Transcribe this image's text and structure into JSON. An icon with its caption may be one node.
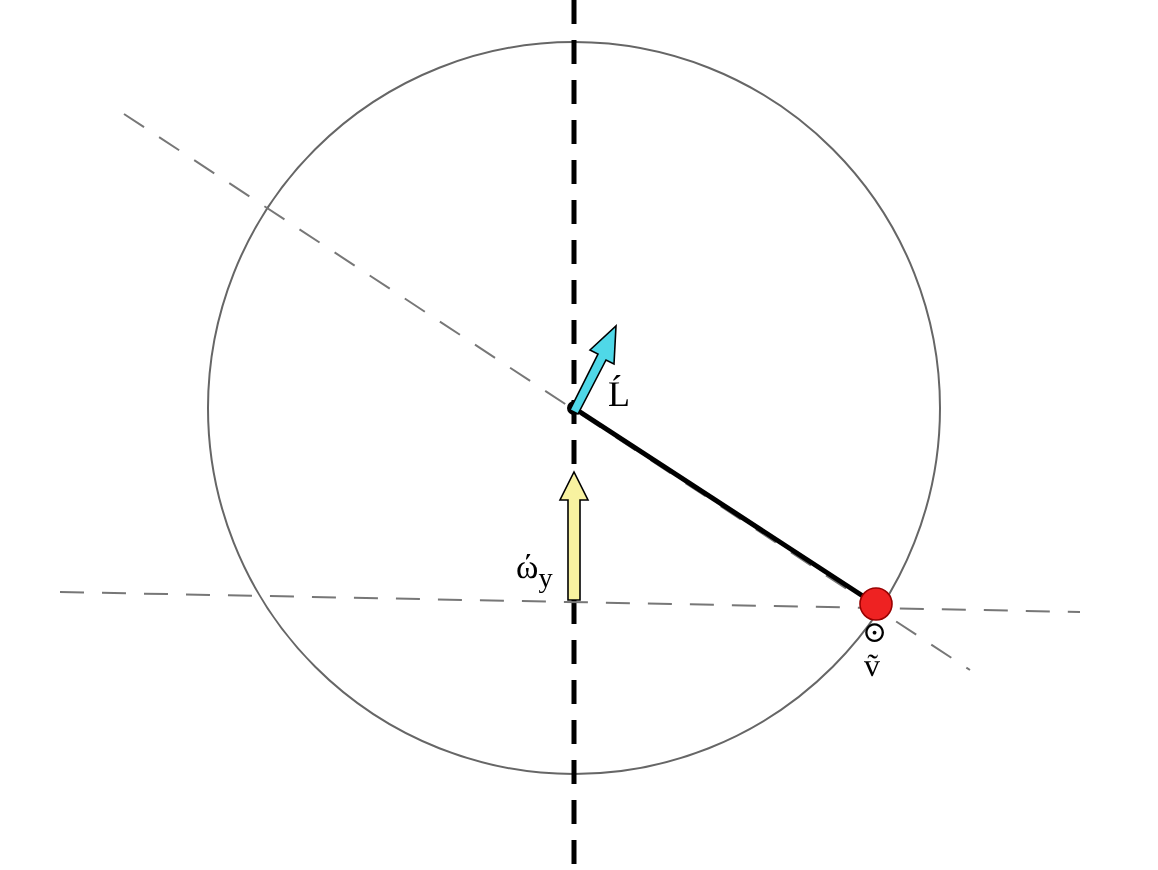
{
  "diagram": {
    "labels": [
      "Ĺ",
      "ώ$_{y}$",
      "⊙",
      "ṽ"
    ]
  }
}
